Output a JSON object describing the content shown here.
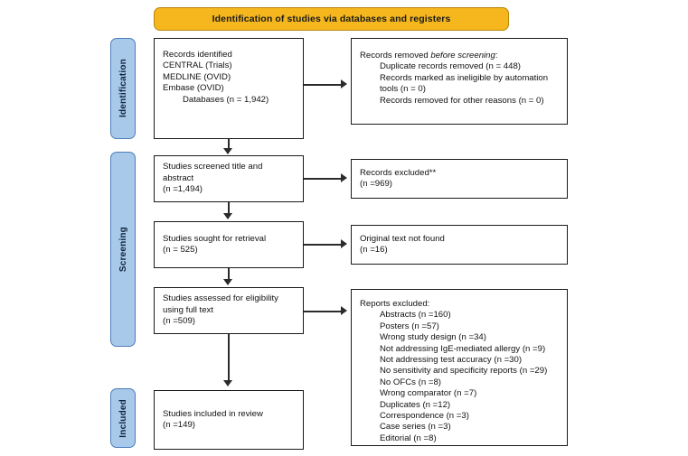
{
  "banner": {
    "title": "Identification of studies via databases and registers",
    "bg_color": "#f5b71d"
  },
  "stages": {
    "identification": "Identification",
    "screening": "Screening",
    "included": "Included",
    "pill_color": "#a9c9ea",
    "pill_border": "#4a7ebb"
  },
  "boxes": {
    "identified": {
      "heading": "Records identified",
      "sources": [
        "CENTRAL (Trials)",
        "MEDLINE (OVID)",
        "Embase (OVID)"
      ],
      "databases": "Databases (n = 1,942)"
    },
    "removed": {
      "heading_pre": "Records removed ",
      "heading_em": "before screening",
      "heading_post": ":",
      "items": [
        "Duplicate records removed (n = 448)",
        "Records marked as ineligible by automation tools (n = 0)",
        "Records removed for other reasons (n = 0)"
      ]
    },
    "screened": {
      "line1": "Studies screened title and",
      "line2": "abstract",
      "count": "(n =1,494)"
    },
    "excluded_title_abstract": {
      "line1": "Records excluded**",
      "count": "(n =969)"
    },
    "sought": {
      "line1": "Studies sought for retrieval",
      "count": "(n = 525)"
    },
    "not_found": {
      "line1": "Original text not found",
      "count": "(n =16)"
    },
    "assessed": {
      "line1": "Studies assessed for eligibility",
      "line2": "using full text",
      "count": "(n =509)"
    },
    "reports_excluded": {
      "heading": "Reports excluded:",
      "reasons": [
        "Abstracts (n =160)",
        "Posters (n =57)",
        "Wrong study design (n =34)",
        "Not addressing IgE-mediated allergy (n =9)",
        "Not addressing test accuracy (n =30)",
        "No sensitivity and specificity reports (n =29)",
        "No OFCs (n =8)",
        "Wrong comparator (n =7)",
        "Duplicates (n =12)",
        "Correspondence (n =3)",
        "Case series (n =3)",
        "Editorial (n =8)"
      ]
    },
    "included": {
      "line1": "Studies included in review",
      "count": "(n =149)"
    }
  }
}
